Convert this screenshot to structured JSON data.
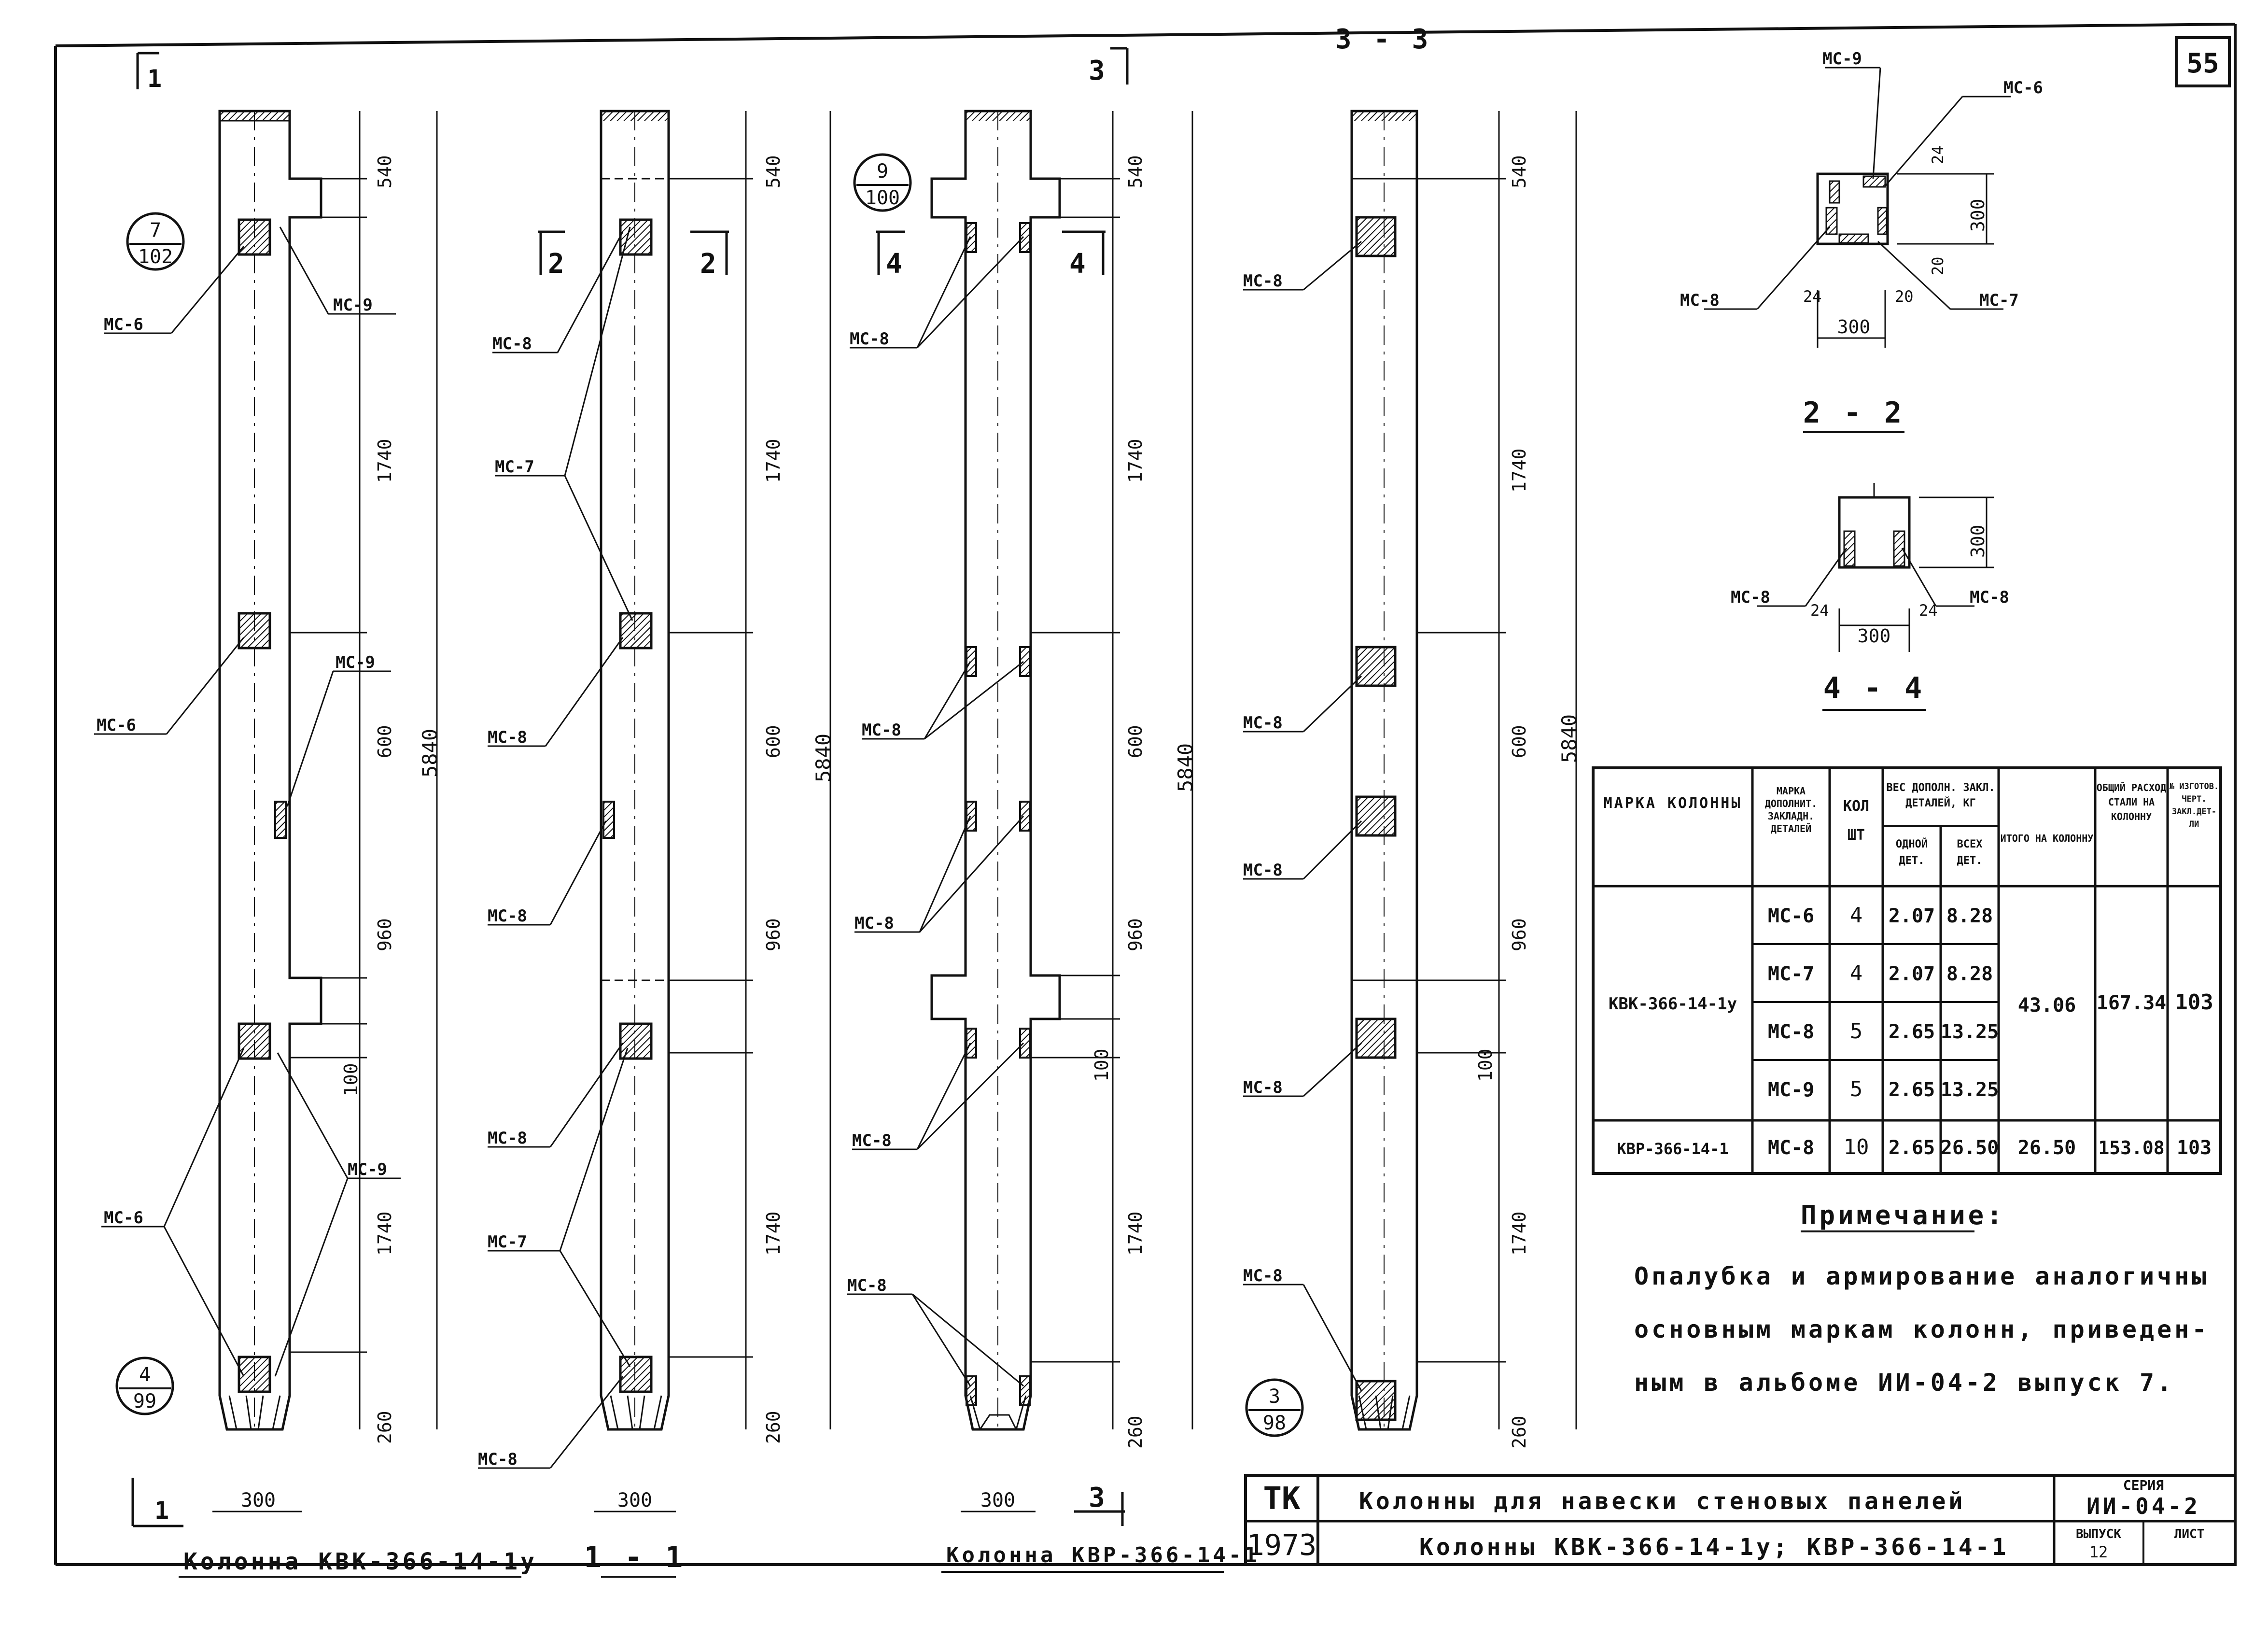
{
  "sheet_number": "55",
  "views": {
    "col1_caption": "Колонна КВК-366-14-1у",
    "col2_caption": "1 - 1",
    "col3_caption": "Колонна КВР-366-14-1",
    "col4_caption": "3 - 3",
    "section_2_2": "2 - 2",
    "section_4_4": "4 - 4"
  },
  "section_marks": {
    "s1": "1",
    "s2": "2",
    "s3": "3",
    "s4": "4"
  },
  "callouts": {
    "c1": {
      "top": "7",
      "bottom": "102"
    },
    "c2": {
      "top": "4",
      "bottom": "99"
    },
    "c3": {
      "top": "9",
      "bottom": "100"
    },
    "c4": {
      "top": "3",
      "bottom": "98"
    }
  },
  "part_labels": {
    "mc6": "МС-6",
    "mc7": "МС-7",
    "mc8": "МС-8",
    "mc9": "МС-9"
  },
  "dimensions": {
    "d540": "540",
    "d1740": "1740",
    "d600": "600",
    "d960": "960",
    "d100": "100",
    "d260": "260",
    "d5840": "5840",
    "d300": "300",
    "d24": "24",
    "d20": "20"
  },
  "table": {
    "headers": {
      "marka": "МАРКА КОЛОННЫ",
      "marka_det": "МАРКА ДОПОЛНИТ. ЗАКЛАДН. ДЕТАЛЕЙ",
      "kol": "КОЛ ШТ",
      "ves": "ВЕС ДОПОЛН. ЗАКЛ. ДЕТАЛЕЙ, КГ",
      "odnoy": "ОДНОЙ ДЕТ.",
      "vseh": "ВСЕХ ДЕТ.",
      "itogo": "ИТОГО НА КОЛОННУ",
      "obshiy": "ОБЩИЙ РАСХОД СТАЛИ НА КОЛОННУ",
      "nomer": "№ ИЗГОТОВ. ЧЕРТ. ЗАКЛ.ДЕТ-ЛИ"
    },
    "group1": {
      "marka": "КВК-366-14-1у",
      "itogo": "43.06",
      "obshiy": "167.34",
      "nomer": "103",
      "rows": [
        {
          "det": "МС-6",
          "kol": "4",
          "odnoy": "2.07",
          "vseh": "8.28"
        },
        {
          "det": "МС-7",
          "kol": "4",
          "odnoy": "2.07",
          "vseh": "8.28"
        },
        {
          "det": "МС-8",
          "kol": "5",
          "odnoy": "2.65",
          "vseh": "13.25"
        },
        {
          "det": "МС-9",
          "kol": "5",
          "odnoy": "2.65",
          "vseh": "13.25"
        }
      ]
    },
    "group2": {
      "marka": "КВР-366-14-1",
      "det": "МС-8",
      "kol": "10",
      "odnoy": "2.65",
      "vseh": "26.50",
      "itogo": "26.50",
      "obshiy": "153.08",
      "nomer": "103"
    }
  },
  "note": {
    "title": "Примечание:",
    "line1": "Опалубка и армирование аналогичны",
    "line2": "основным маркам колонн, приведен-",
    "line3": "ным в альбоме ИИ-04-2 выпуск 7."
  },
  "title_block": {
    "org": "ТК",
    "year": "1973",
    "title1": "Колонны для навески стеновых панелей",
    "title2": "Колонны КВК-366-14-1у; КВР-366-14-1",
    "seria_label": "СЕРИЯ",
    "seria": "ИИ-04-2",
    "vypusk_label": "ВЫПУСК",
    "vypusk": "12",
    "list_label": "ЛИСТ"
  }
}
